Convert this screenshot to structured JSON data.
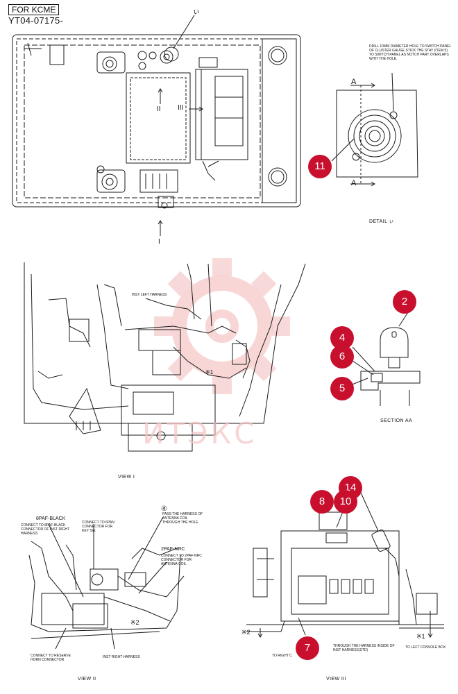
{
  "header": {
    "tag": "FOR KCME",
    "code": "YT04-07175-"
  },
  "colors": {
    "callout": "#c8102e",
    "line": "#1a1a1a",
    "watermark": "#f3b5b5"
  },
  "marks": {
    "detail_ref": "ぃ",
    "arrow_ii": "II",
    "arrow_iii": "III",
    "arrow_i": "I",
    "section_a_top": "A",
    "section_a_bottom": "A",
    "ref_4": "④",
    "ref_x1_left": "※1",
    "ref_x2": "※2",
    "ref_x2_view3": "※2",
    "ref_x1_view3": "※1"
  },
  "captions": {
    "detail": "DETAIL ぃ",
    "section": "SECTION AA",
    "view1": "VIEW I",
    "view2": "VIEW II",
    "view3": "VIEW III"
  },
  "notes": {
    "detail_instruction": "DRILL 10mm DIAMETER HOLE TO SWITCH PANEL OF CLUSTER GAUGE STICK THE STAY (ITEM 5) TO SWITCH PANEL AS NOTCH PART OVERLAPS WITH THE HOLE.",
    "inst_left_harness": "INST LEFT HARNESS",
    "paf_black": "8PAF-BLACK",
    "connect_black": "CONNECT TO 8PAF-BLACK CONNECTOR OF INST RIGHT HARNESS",
    "connect_6pan": "CONNECT TO 6PAN CONNECTOR FOR KEY SW.",
    "pass_harness": "PASS THE HARNESS OF ANTENNA COIL THROUGH THE HOLE",
    "paf_nrc": "2PAF-NRC",
    "connect_2paf": "CONNECT TO 2PAF-NRC CONNECTOR FOR ANTENNA COIL",
    "connect_reserve": "CONNECT TO RESERVE HORN CONNECTOR",
    "inst_right_harness": "INST RIGHT HARNESS",
    "through_harness": "THROUGH THE HARNESS INSIDE OF INST HARNESS(STD)",
    "to_right": "TO RIGHT C",
    "to_left_console": "TO LEFT CONSOLE BOX"
  },
  "callouts": [
    "11",
    "2",
    "4",
    "6",
    "5",
    "14",
    "8",
    "10",
    "7"
  ],
  "watermark": "ИТЭКС"
}
